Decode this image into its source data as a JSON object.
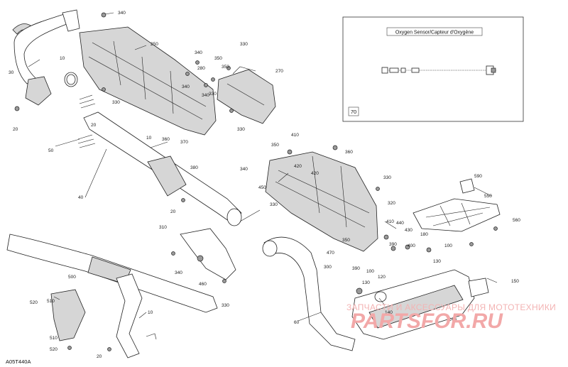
{
  "diagram": {
    "figure_code": "A05T440A",
    "inset": {
      "title": "Oxygen Sensor/Capteur d'Oxygène",
      "part_number": "70"
    },
    "callouts": [
      "340",
      "250",
      "330",
      "340",
      "350",
      "270",
      "30",
      "10",
      "280",
      "330",
      "330",
      "340",
      "340",
      "350",
      "20",
      "330",
      "20",
      "10",
      "360",
      "370",
      "50",
      "410",
      "350",
      "360",
      "340",
      "420",
      "420",
      "380",
      "330",
      "320",
      "450",
      "40",
      "330",
      "590",
      "550",
      "20",
      "310",
      "430",
      "440",
      "400",
      "410",
      "560",
      "180",
      "390",
      "350",
      "470",
      "100",
      "300",
      "130",
      "340",
      "460",
      "390",
      "140",
      "100",
      "130",
      "120",
      "150",
      "500",
      "520",
      "330",
      "510",
      "60",
      "10",
      "140",
      "510",
      "520",
      "20"
    ],
    "watermark": {
      "line": "ЗАПЧАСТИ И АКСЕССУАРЫ ДЛЯ МОТОТЕХНИКИ",
      "logo": "PARTSFOR.RU"
    }
  }
}
